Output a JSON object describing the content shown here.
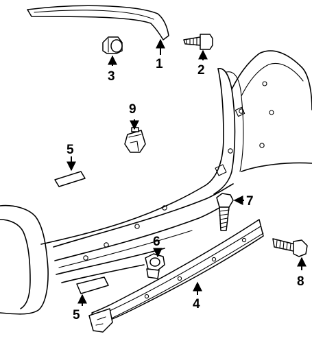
{
  "callouts": {
    "c1": "1",
    "c2": "2",
    "c3": "3",
    "c4": "4",
    "c5a": "5",
    "c5b": "5",
    "c6": "6",
    "c7": "7",
    "c8": "8",
    "c9": "9"
  },
  "icons": {
    "arrowhead": "filled-triangle"
  }
}
